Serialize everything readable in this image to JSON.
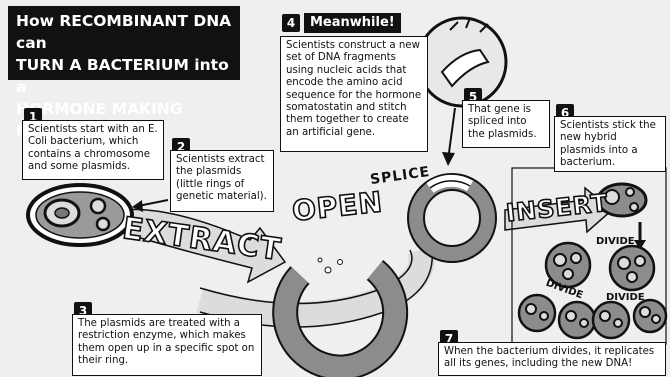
{
  "title": {
    "line1": "How RECOMBINANT DNA can",
    "line2": "TURN A BACTERIUM into a",
    "line3": "HORMONE MAKING FACTORY."
  },
  "steps": [
    {
      "number": "1",
      "text": "Scientists start with an E. Coli bacterium, which contains a chromosome and some plasmids."
    },
    {
      "number": "2",
      "text": "Scientists extract the plasmids (little rings of genetic material)."
    },
    {
      "number": "3",
      "text": "The plasmids are treated with a restriction enzyme, which makes them open up in a specific spot on their ring."
    },
    {
      "number": "4",
      "heading": "Meanwhile!",
      "text": "Scientists construct a new set of DNA fragments using nucleic acids that encode the amino acid sequence for the hormone somatostatin and stitch them together to create an artificial gene."
    },
    {
      "number": "5",
      "text": "That gene is spliced into the plasmids."
    },
    {
      "number": "6",
      "text": "Scientists stick the new hybrid plasmids into a bacterium."
    },
    {
      "number": "7",
      "text": "When the bacterium divides, it replicates all its genes, including the new DNA!"
    }
  ],
  "diagram_words": {
    "extract": "EXTRACT",
    "open": "OPEN",
    "splice": "SPLICE",
    "insert": "INSERT",
    "divide_1": "DIVIDE",
    "divide_2": "DIVIDE",
    "divide_3": "DIVIDE"
  },
  "colors": {
    "ink": "#111111",
    "background": "#efefef",
    "plasmid_gray": "#8c8c8c",
    "arrow_gray": "#dcdcdc"
  }
}
